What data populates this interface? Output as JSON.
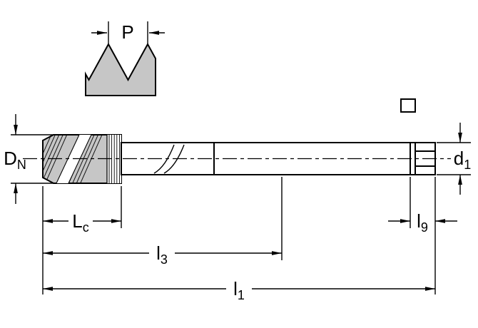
{
  "diagram": {
    "type": "technical-drawing",
    "subject": "machine-tap-dimension-drawing",
    "labels": {
      "pitch": {
        "main": "P",
        "sub": ""
      },
      "nominal_diameter": {
        "main": "D",
        "sub": "N"
      },
      "shank_diameter": {
        "main": "d",
        "sub": "1"
      },
      "chamfer_length": {
        "main": "L",
        "sub": "c"
      },
      "neck_length": {
        "main": "l",
        "sub": "3"
      },
      "overall_length": {
        "main": "l",
        "sub": "1"
      },
      "square_length": {
        "main": "l",
        "sub": "9"
      }
    },
    "symbols": {
      "square_drive": "square-outline"
    },
    "colors": {
      "line": "#000000",
      "body_fill": "#c6c6c6",
      "background": "#ffffff"
    }
  }
}
